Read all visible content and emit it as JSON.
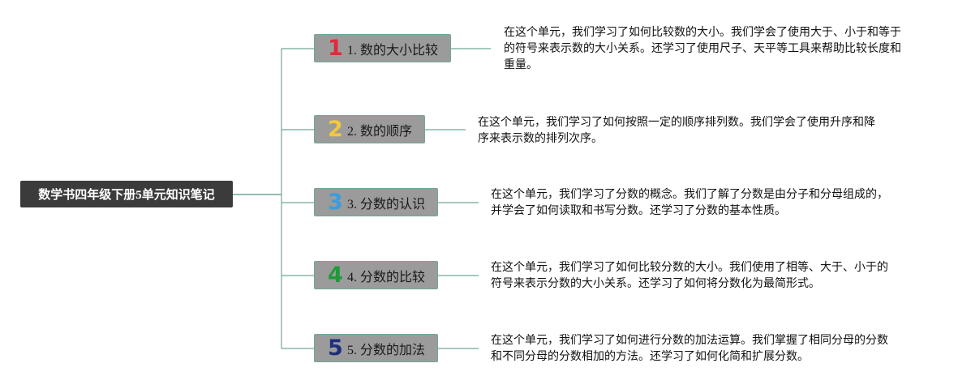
{
  "root": {
    "label": "数学书四年级下册5单元知识笔记"
  },
  "colors": {
    "line": "#6fa79a",
    "root_bg": "#3b3b3b",
    "branch_bg": "#9b9b9b"
  },
  "branches": [
    {
      "badge": "1",
      "badge_color": "#e2283a",
      "label": "1. 数的大小比较",
      "desc": "在这个单元，我们学习了如何比较数的大小。我们学会了使用大于、小于和等于的符号来表示数的大小关系。还学习了使用尺子、天平等工具来帮助比较长度和重量。"
    },
    {
      "badge": "2",
      "badge_color": "#f3c93b",
      "label": "2. 数的顺序",
      "desc": "在这个单元，我们学习了如何按照一定的顺序排列数。我们学会了使用升序和降序来表示数的排列次序。"
    },
    {
      "badge": "3",
      "badge_color": "#3a9de0",
      "label": "3. 分数的认识",
      "desc": "在这个单元，我们学习了分数的概念。我们了解了分数是由分子和分母组成的，并学会了如何读取和书写分数。还学习了分数的基本性质。"
    },
    {
      "badge": "4",
      "badge_color": "#1f9a3a",
      "label": "4. 分数的比较",
      "desc": "在这个单元，我们学习了如何比较分数的大小。我们使用了相等、大于、小于的符号来表示分数的大小关系。还学习了如何将分数化为最简形式。"
    },
    {
      "badge": "5",
      "badge_color": "#1f2f7a",
      "label": "5. 分数的加法",
      "desc": "在这个单元，我们学习了如何进行分数的加法运算。我们掌握了相同分母的分数和不同分母的分数相加的方法。还学习了如何化简和扩展分数。"
    }
  ]
}
